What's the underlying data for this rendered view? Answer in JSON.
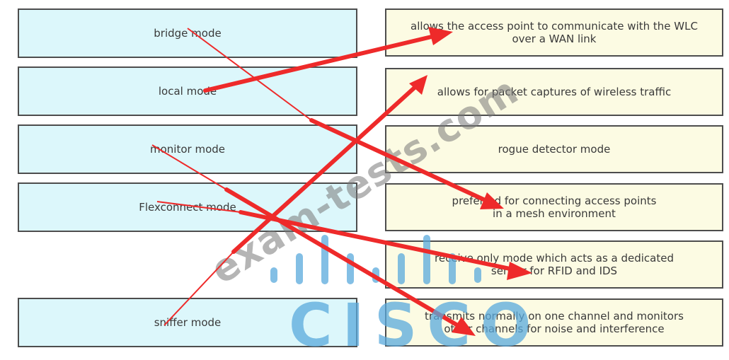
{
  "left_items": [
    {
      "label": "bridge mode"
    },
    {
      "label": "local mode"
    },
    {
      "label": "monitor mode"
    },
    {
      "label": "Flexconnect mode"
    },
    {
      "label": "sniffer mode"
    }
  ],
  "right_items": [
    {
      "label": "allows the access point to communicate with the WLC\nover a WAN link"
    },
    {
      "label": "allows for packet captures of wireless traffic"
    },
    {
      "label": "rogue detector mode"
    },
    {
      "label": "preferred for connecting access points\nin a mesh environment"
    },
    {
      "label": "receive only mode which acts as a dedicated\nsensor for RFID and IDS"
    },
    {
      "label": "transmits normally on one channel and monitors\nother channels for noise and interference"
    }
  ],
  "watermark": {
    "text": "exam-tests.com",
    "logo": "CISCO"
  },
  "colors": {
    "arrow": "#ee2a2a",
    "logo": "#5aaadc"
  }
}
